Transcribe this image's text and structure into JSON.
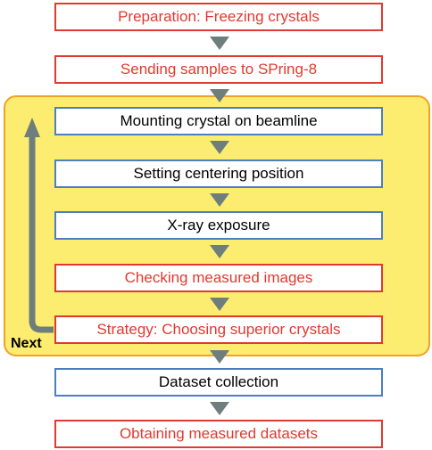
{
  "steps": [
    {
      "label": "Preparation: Freezing crystals"
    },
    {
      "label": "Sending samples to SPring-8"
    },
    {
      "label": "Mounting crystal on beamline"
    },
    {
      "label": "Setting centering position"
    },
    {
      "label": "X-ray exposure"
    },
    {
      "label": "Checking measured images"
    },
    {
      "label": "Strategy: Choosing superior crystals"
    },
    {
      "label": "Dataset collection"
    },
    {
      "label": "Obtaining measured datasets"
    }
  ],
  "loop": {
    "label": "Next"
  },
  "colors": {
    "red_step": "#e03a2f",
    "blue_step": "#4a7fc0",
    "arrow": "#6e7e7c",
    "loop_fill": "#fcec6f",
    "loop_border": "#f0a227"
  }
}
